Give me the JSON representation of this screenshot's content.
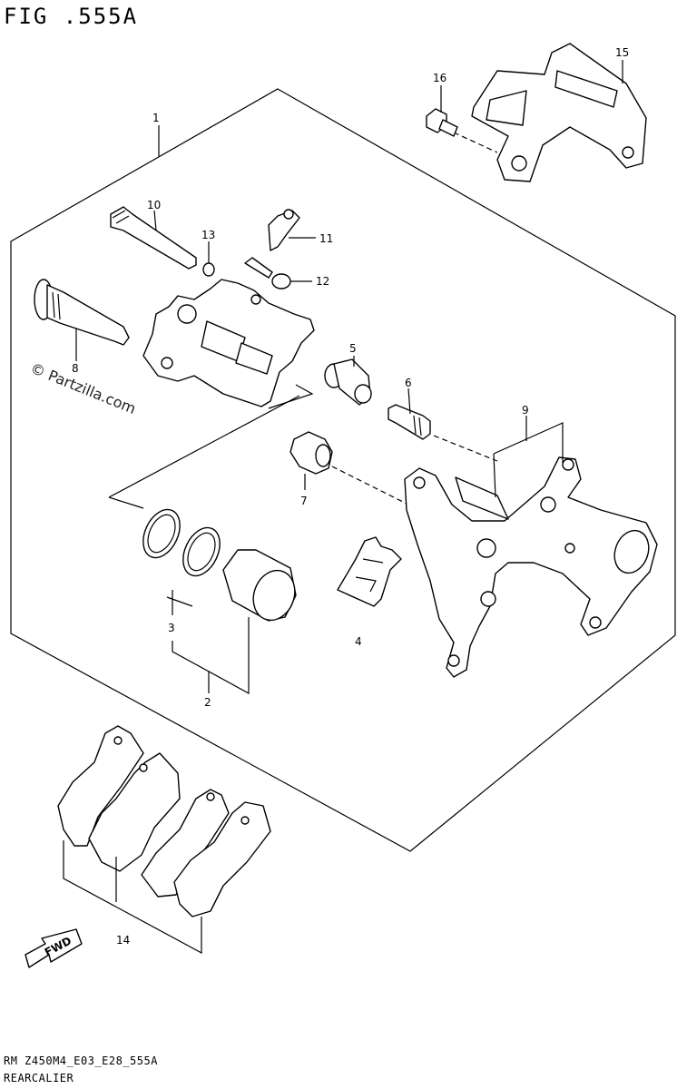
{
  "figure": {
    "title": "FIG .555A",
    "code": "RM Z450M4_E03_E28_555A",
    "name": "REARCALIER",
    "watermark": "© Partzilla.com",
    "fwd_label": "FWD"
  },
  "callouts": [
    {
      "id": "1",
      "label": "1"
    },
    {
      "id": "2",
      "label": "2"
    },
    {
      "id": "3",
      "label": "3"
    },
    {
      "id": "4",
      "label": "4"
    },
    {
      "id": "5",
      "label": "5"
    },
    {
      "id": "6",
      "label": "6"
    },
    {
      "id": "7",
      "label": "7"
    },
    {
      "id": "8",
      "label": "8"
    },
    {
      "id": "9",
      "label": "9"
    },
    {
      "id": "10",
      "label": "10"
    },
    {
      "id": "11",
      "label": "11"
    },
    {
      "id": "12",
      "label": "12"
    },
    {
      "id": "13",
      "label": "13"
    },
    {
      "id": "14",
      "label": "14"
    },
    {
      "id": "15",
      "label": "15"
    },
    {
      "id": "16",
      "label": "16"
    }
  ]
}
